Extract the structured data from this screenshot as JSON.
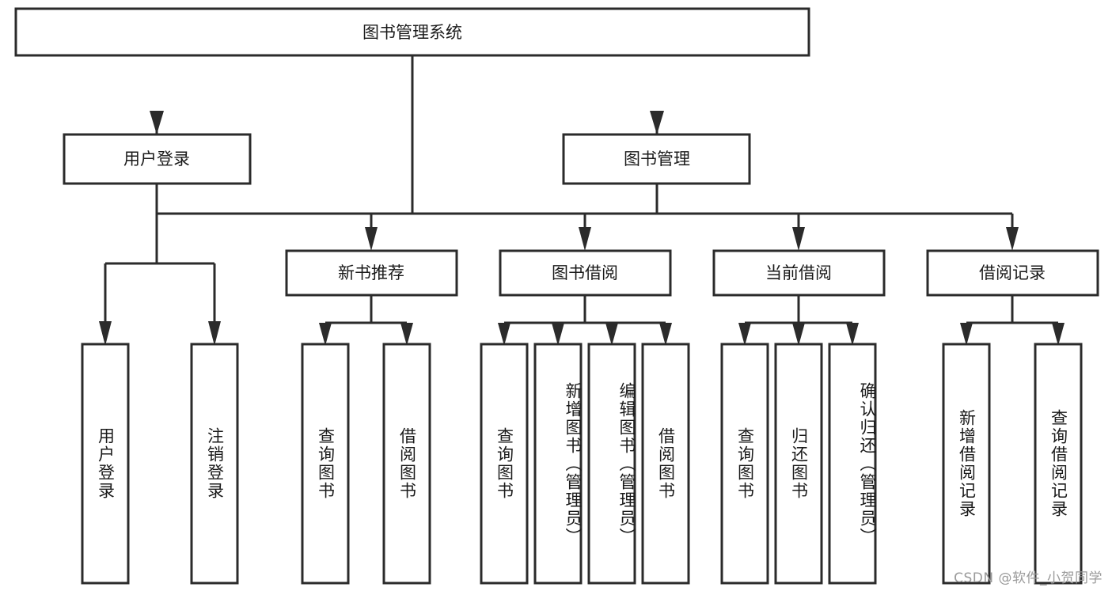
{
  "diagram": {
    "type": "tree",
    "title": "图书管理系统",
    "orientation": "top-down",
    "colors": {
      "stroke": "#2b2b2b",
      "fill": "#ffffff",
      "text": "#1a1a1a",
      "background": "#ffffff",
      "watermark": "#9a9a9a"
    },
    "root": {
      "id": "root",
      "label": "图书管理系统",
      "text_orientation": "horizontal"
    },
    "level2": [
      {
        "id": "user-login",
        "label": "用户登录",
        "text_orientation": "horizontal"
      },
      {
        "id": "book-manage",
        "label": "图书管理",
        "text_orientation": "horizontal"
      }
    ],
    "level3": [
      {
        "id": "new-book-recommend",
        "label": "新书推荐",
        "parent": "book-manage",
        "text_orientation": "horizontal"
      },
      {
        "id": "book-borrow",
        "label": "图书借阅",
        "parent": "book-manage",
        "text_orientation": "horizontal"
      },
      {
        "id": "current-borrow",
        "label": "当前借阅",
        "parent": "book-manage",
        "text_orientation": "horizontal"
      },
      {
        "id": "borrow-record",
        "label": "借阅记录",
        "parent": "book-manage",
        "text_orientation": "horizontal"
      }
    ],
    "leaves": [
      {
        "id": "leaf-user-login",
        "label": "用户登录",
        "parent": "user-login",
        "text_orientation": "vertical"
      },
      {
        "id": "leaf-logout-login",
        "label": "注销登录",
        "parent": "user-login",
        "text_orientation": "vertical"
      },
      {
        "id": "leaf-query-book-1",
        "label": "查询图书",
        "parent": "new-book-recommend",
        "text_orientation": "vertical"
      },
      {
        "id": "leaf-borrow-book-1",
        "label": "借阅图书",
        "parent": "new-book-recommend",
        "text_orientation": "vertical"
      },
      {
        "id": "leaf-query-book-2",
        "label": "查询图书",
        "parent": "book-borrow",
        "text_orientation": "vertical"
      },
      {
        "id": "leaf-add-book",
        "label": "新增图书（管理员）",
        "parent": "book-borrow",
        "text_orientation": "vertical"
      },
      {
        "id": "leaf-edit-book",
        "label": "编辑图书（管理员）",
        "parent": "book-borrow",
        "text_orientation": "vertical"
      },
      {
        "id": "leaf-borrow-book-2",
        "label": "借阅图书",
        "parent": "book-borrow",
        "text_orientation": "vertical"
      },
      {
        "id": "leaf-query-book-3",
        "label": "查询图书",
        "parent": "current-borrow",
        "text_orientation": "vertical"
      },
      {
        "id": "leaf-return-book",
        "label": "归还图书",
        "parent": "current-borrow",
        "text_orientation": "vertical"
      },
      {
        "id": "leaf-confirm-return",
        "label": "确认归还（管理员）",
        "parent": "current-borrow",
        "text_orientation": "vertical"
      },
      {
        "id": "leaf-add-record",
        "label": "新增借阅记录",
        "parent": "borrow-record",
        "text_orientation": "vertical"
      },
      {
        "id": "leaf-query-record",
        "label": "查询借阅记录",
        "parent": "borrow-record",
        "text_orientation": "vertical"
      }
    ]
  },
  "watermark": {
    "text": "CSDN @软件_小贺同学"
  }
}
